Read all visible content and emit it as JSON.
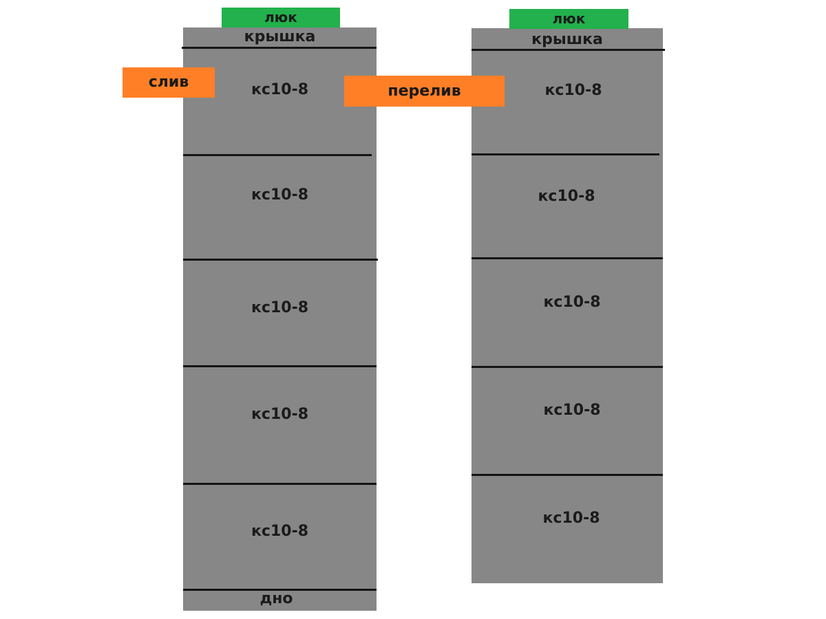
{
  "left_well": {
    "hatch": "люк",
    "cover": "крышка",
    "drain": "слив",
    "rings": [
      "кс10-8",
      "кс10-8",
      "кс10-8",
      "кс10-8",
      "кс10-8"
    ],
    "bottom": "дно"
  },
  "right_well": {
    "hatch": "люк",
    "cover": "крышка",
    "overflow": "перелив",
    "rings": [
      "кс10-8",
      "кс10-8",
      "кс10-8",
      "кс10-8",
      "кс10-8"
    ]
  },
  "colors": {
    "concrete": "#878787",
    "hatch": "#22b14c",
    "pipe": "#ff7f27",
    "divider": "#141414"
  }
}
